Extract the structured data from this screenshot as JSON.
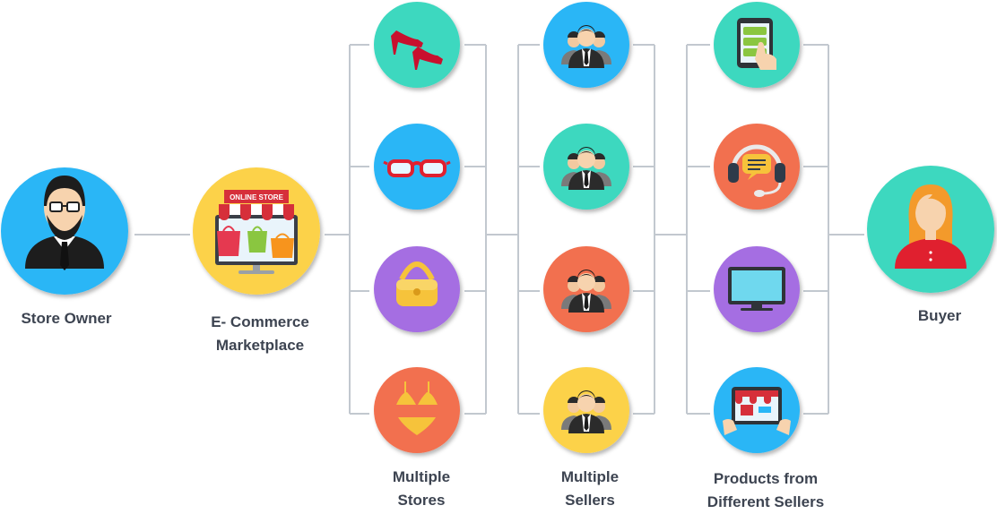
{
  "labels": {
    "owner": "Store Owner",
    "marketplace_line1": "E- Commerce",
    "marketplace_line2": "Marketplace",
    "stores_line1": "Multiple",
    "stores_line2": "Stores",
    "sellers_line1": "Multiple",
    "sellers_line2": "Sellers",
    "products_line1": "Products from",
    "products_line2": "Different Sellers",
    "buyer": "Buyer",
    "online_store_sign": "ONLINE STORE"
  },
  "colors": {
    "connector": "#c2c8cf",
    "label": "#3d4451",
    "blue": "#29b6f6",
    "teal": "#3ed8bf",
    "yellow": "#fcd24a",
    "purple": "#a56ee2",
    "orange": "#f2704f",
    "store_red": "#d62f3a"
  },
  "nodes": {
    "owner": {
      "icon": "businessman-icon",
      "color": "blue"
    },
    "marketplace": {
      "icon": "online-store-icon",
      "color": "yellow"
    },
    "stores": [
      {
        "icon": "high-heels-icon",
        "color": "teal"
      },
      {
        "icon": "glasses-icon",
        "color": "blue"
      },
      {
        "icon": "handbag-icon",
        "color": "purple"
      },
      {
        "icon": "bikini-icon",
        "color": "orange"
      }
    ],
    "sellers": [
      {
        "icon": "seller-group-icon",
        "color": "blue"
      },
      {
        "icon": "seller-group-icon",
        "color": "teal"
      },
      {
        "icon": "seller-group-icon",
        "color": "orange"
      },
      {
        "icon": "seller-group-icon",
        "color": "yellow"
      }
    ],
    "products": [
      {
        "icon": "tablet-shopping-icon",
        "color": "teal"
      },
      {
        "icon": "headset-support-icon",
        "color": "orange"
      },
      {
        "icon": "monitor-icon",
        "color": "purple"
      },
      {
        "icon": "tablet-store-icon",
        "color": "blue"
      }
    ],
    "buyer": {
      "icon": "woman-buyer-icon",
      "color": "teal"
    }
  }
}
